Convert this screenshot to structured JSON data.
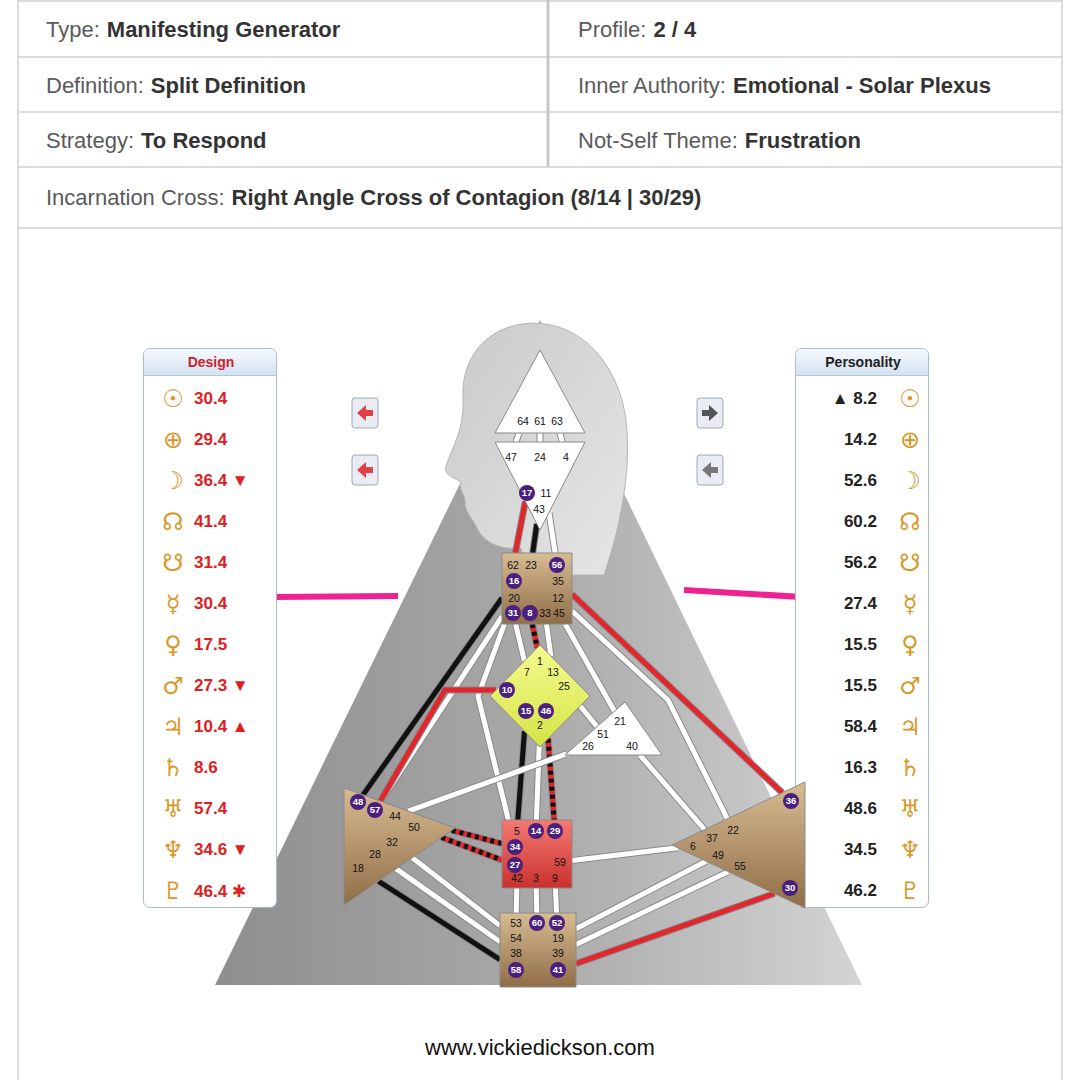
{
  "diagram": {
    "nodes": [
      {
        "text": [
          "Design",
          "☉",
          "30.4",
          "⊕",
          "29.4",
          "☽",
          "36.4 ▼",
          "☊",
          "41.4",
          "☋",
          "31.4",
          "☿",
          "30.4",
          "♀",
          "17.5",
          "♂",
          "27.3 ▼",
          "♃",
          "10.4 ▲",
          "♄",
          "8.6",
          "♅",
          "57.4",
          "♆",
          "34.6 ▼",
          "♇",
          "46.4 ✱"
        ]
      },
      {
        "text": [
          "Personality",
          "▲ 8.2",
          "☉",
          "14.2",
          "⊕",
          "52.6",
          "☽",
          "60.2",
          "☊",
          "56.2",
          "☋",
          "27.4",
          "☿",
          "15.5",
          "♀",
          "15.5",
          "♂",
          "58.4",
          "♃",
          "16.3",
          "♄",
          "48.6",
          "♅",
          "34.5",
          "♆",
          "46.2",
          "♇"
        ]
      },
      {
        "text": [
          "64",
          "61",
          "63"
        ]
      },
      {
        "text": [
          "47",
          "24",
          "4",
          "17",
          "11",
          "43"
        ]
      },
      {
        "text": [
          "62",
          "23",
          "56",
          "16",
          "35",
          "20",
          "12",
          "31",
          "8",
          "33",
          "45"
        ]
      },
      {
        "text": [
          "1",
          "7",
          "13",
          "10",
          "25",
          "15",
          "46",
          "2"
        ]
      },
      {
        "text": [
          "21",
          "51",
          "26",
          "40"
        ]
      },
      {
        "text": [
          "48",
          "57",
          "44",
          "50",
          "32",
          "28",
          "18"
        ]
      },
      {
        "text": [
          "5",
          "14",
          "29",
          "34",
          "27",
          "59",
          "42",
          "3",
          "9"
        ]
      },
      {
        "text": [
          "36",
          "6",
          "37",
          "22",
          "49",
          "55",
          "30"
        ]
      },
      {
        "text": [
          "53",
          "60",
          "52",
          "54",
          "19",
          "38",
          "39",
          "58",
          "41"
        ]
      }
    ],
    "edges": [
      {
        "from": 2,
        "to": 3,
        "arrow": "none"
      },
      {
        "from": 2,
        "to": 3,
        "arrow": "none"
      },
      {
        "from": 2,
        "to": 3,
        "arrow": "none"
      },
      {
        "from": 3,
        "to": 4,
        "arrow": "none"
      },
      {
        "from": 3,
        "to": 4,
        "arrow": "none"
      },
      {
        "from": 3,
        "to": 4,
        "arrow": "none"
      },
      {
        "from": 4,
        "to": 5,
        "arrow": "none"
      },
      {
        "from": 4,
        "to": 5,
        "arrow": "none"
      },
      {
        "from": 4,
        "to": 5,
        "arrow": "none"
      },
      {
        "from": 4,
        "to": 7,
        "arrow": "none"
      },
      {
        "from": 4,
        "to": 7,
        "arrow": "none"
      },
      {
        "from": 4,
        "to": 8,
        "arrow": "none"
      },
      {
        "from": 4,
        "to": 6,
        "arrow": "none"
      },
      {
        "from": 4,
        "to": 9,
        "arrow": "none"
      },
      {
        "from": 4,
        "to": 9,
        "arrow": "none"
      },
      {
        "from": 5,
        "to": 7,
        "arrow": "none"
      },
      {
        "from": 5,
        "to": 8,
        "arrow": "none"
      },
      {
        "from": 5,
        "to": 8,
        "arrow": "none"
      },
      {
        "from": 5,
        "to": 8,
        "arrow": "none"
      },
      {
        "from": 5,
        "to": 6,
        "arrow": "none"
      },
      {
        "from": 6,
        "to": 7,
        "arrow": "none"
      },
      {
        "from": 6,
        "to": 9,
        "arrow": "none"
      },
      {
        "from": 7,
        "to": 8,
        "arrow": "none"
      },
      {
        "from": 7,
        "to": 8,
        "arrow": "none"
      },
      {
        "from": 8,
        "to": 9,
        "arrow": "none"
      },
      {
        "from": 8,
        "to": 10,
        "arrow": "none"
      },
      {
        "from": 8,
        "to": 10,
        "arrow": "none"
      },
      {
        "from": 8,
        "to": 10,
        "arrow": "none"
      },
      {
        "from": 7,
        "to": 10,
        "arrow": "none"
      },
      {
        "from": 7,
        "to": 10,
        "arrow": "none"
      },
      {
        "from": 7,
        "to": 10,
        "arrow": "none"
      },
      {
        "from": 9,
        "to": 10,
        "arrow": "none"
      },
      {
        "from": 9,
        "to": 10,
        "arrow": "none"
      },
      {
        "from": 9,
        "to": 10,
        "arrow": "none"
      }
    ],
    "labels": [
      "Type:",
      "Manifesting Generator",
      "Profile:",
      "2 / 4",
      "Definition:",
      "Split Definition",
      "Inner Authority:",
      "Emotional - Solar Plexus",
      "Strategy:",
      "To Respond",
      "Not-Self Theme:",
      "Frustration",
      "Incarnation Cross:",
      "Right Angle Cross of Contagion (8/14 | 30/29)",
      "www.vickiedickson.com"
    ]
  }
}
